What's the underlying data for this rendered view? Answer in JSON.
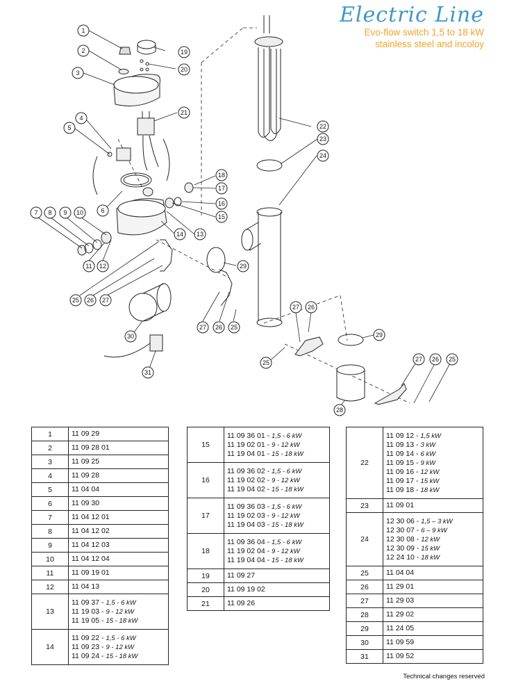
{
  "header": {
    "brand": "Electric Line",
    "subtitle_line1": "Evo-flow switch 1,5 to 18 kW",
    "subtitle_line2": "stainless steel and incoloy"
  },
  "callouts": [
    "1",
    "2",
    "3",
    "4",
    "5",
    "6",
    "7",
    "8",
    "9",
    "10",
    "11",
    "12",
    "13",
    "14",
    "15",
    "16",
    "17",
    "18",
    "19",
    "20",
    "21",
    "22",
    "23",
    "24",
    "25",
    "26",
    "27",
    "28",
    "29",
    "30",
    "31",
    "25",
    "26",
    "27",
    "27",
    "26",
    "25",
    "29",
    "27",
    "26",
    "25",
    "25",
    "29"
  ],
  "table1": [
    {
      "pos": "1",
      "lines": [
        {
          "code": "11 09 29",
          "rating": ""
        }
      ]
    },
    {
      "pos": "2",
      "lines": [
        {
          "code": "11 09 28 01",
          "rating": ""
        }
      ]
    },
    {
      "pos": "3",
      "lines": [
        {
          "code": "11 09 25",
          "rating": ""
        }
      ]
    },
    {
      "pos": "4",
      "lines": [
        {
          "code": "11 09 28",
          "rating": ""
        }
      ]
    },
    {
      "pos": "5",
      "lines": [
        {
          "code": "11 04 04",
          "rating": ""
        }
      ]
    },
    {
      "pos": "6",
      "lines": [
        {
          "code": "11 09 30",
          "rating": ""
        }
      ]
    },
    {
      "pos": "7",
      "lines": [
        {
          "code": "11 04 12 01",
          "rating": ""
        }
      ]
    },
    {
      "pos": "8",
      "lines": [
        {
          "code": "11 04 12 02",
          "rating": ""
        }
      ]
    },
    {
      "pos": "9",
      "lines": [
        {
          "code": "11 04 12 03",
          "rating": ""
        }
      ]
    },
    {
      "pos": "10",
      "lines": [
        {
          "code": "11 04 12 04",
          "rating": ""
        }
      ]
    },
    {
      "pos": "11",
      "lines": [
        {
          "code": "11 09 19 01",
          "rating": ""
        }
      ]
    },
    {
      "pos": "12",
      "lines": [
        {
          "code": "11 04 13",
          "rating": ""
        }
      ]
    },
    {
      "pos": "13",
      "lines": [
        {
          "code": "11 09 37 - ",
          "rating": "1,5 - 6 kW"
        },
        {
          "code": "11 19 03 - ",
          "rating": "9 - 12 kW"
        },
        {
          "code": "11 19 05 - ",
          "rating": "15 - 18 kW"
        }
      ]
    },
    {
      "pos": "14",
      "lines": [
        {
          "code": "11 09 22 - ",
          "rating": "1,5 - 6 kW"
        },
        {
          "code": "11 09 23 - ",
          "rating": "9 - 12 kW"
        },
        {
          "code": "11 09 24 - ",
          "rating": "15 - 18 kW"
        }
      ]
    }
  ],
  "table2": [
    {
      "pos": "15",
      "lines": [
        {
          "code": "11 09 36 01 - ",
          "rating": "1,5 - 6 kW"
        },
        {
          "code": "11 19 02 01 - ",
          "rating": "9 - 12 kW"
        },
        {
          "code": "11 19 04 01 - ",
          "rating": "15 - 18 kW"
        }
      ]
    },
    {
      "pos": "16",
      "lines": [
        {
          "code": "11 09 36 02 - ",
          "rating": "1,5 - 6 kW"
        },
        {
          "code": "11 19 02 02 - ",
          "rating": "9 - 12 kW"
        },
        {
          "code": "11 19 04 02 - ",
          "rating": "15 - 18 kW"
        }
      ]
    },
    {
      "pos": "17",
      "lines": [
        {
          "code": "11 09 36 03 - ",
          "rating": "1,5 - 6 kW"
        },
        {
          "code": "11 19 02 03 - ",
          "rating": "9 - 12 kW"
        },
        {
          "code": "11 19 04 03 - ",
          "rating": "15 - 18 kW"
        }
      ]
    },
    {
      "pos": "18",
      "lines": [
        {
          "code": "11 09 36 04 - ",
          "rating": "1,5 - 6 kW"
        },
        {
          "code": "11 19 02 04 - ",
          "rating": "9 - 12 kW"
        },
        {
          "code": "11 19 04 04 - ",
          "rating": "15 - 18 kW"
        }
      ]
    },
    {
      "pos": "19",
      "lines": [
        {
          "code": "11 09 27",
          "rating": ""
        }
      ]
    },
    {
      "pos": "20",
      "lines": [
        {
          "code": "11 09 19 02",
          "rating": ""
        }
      ]
    },
    {
      "pos": "21",
      "lines": [
        {
          "code": "11 09 26",
          "rating": ""
        }
      ]
    }
  ],
  "table3": [
    {
      "pos": "22",
      "lines": [
        {
          "code": "11 09 12 - ",
          "rating": "1,5 kW"
        },
        {
          "code": "11 09 13 - ",
          "rating": "3 kW"
        },
        {
          "code": "11 09 14 - ",
          "rating": "6 kW"
        },
        {
          "code": "11 09 15 - ",
          "rating": "9 kW"
        },
        {
          "code": "11 09 16 - ",
          "rating": "12 kW"
        },
        {
          "code": "11 09 17 - ",
          "rating": "15 kW"
        },
        {
          "code": "11 09 18 - ",
          "rating": "18 kW"
        }
      ]
    },
    {
      "pos": "23",
      "lines": [
        {
          "code": "11 09 01",
          "rating": ""
        }
      ]
    },
    {
      "pos": "24",
      "lines": [
        {
          "code": "12 30 06 - ",
          "rating": "1,5 – 3 kW"
        },
        {
          "code": "12 30 07 - ",
          "rating": "6 – 9 kW"
        },
        {
          "code": "12 30 08 - ",
          "rating": "12 kW"
        },
        {
          "code": "12 30 09 - ",
          "rating": "15 kW"
        },
        {
          "code": "12 24 10 - ",
          "rating": "18 kW"
        }
      ]
    },
    {
      "pos": "25",
      "lines": [
        {
          "code": "11 04 04",
          "rating": ""
        }
      ]
    },
    {
      "pos": "26",
      "lines": [
        {
          "code": "11 29 01",
          "rating": ""
        }
      ]
    },
    {
      "pos": "27",
      "lines": [
        {
          "code": "11 29 03",
          "rating": ""
        }
      ]
    },
    {
      "pos": "28",
      "lines": [
        {
          "code": "11 29 02",
          "rating": ""
        }
      ]
    },
    {
      "pos": "29",
      "lines": [
        {
          "code": "11 24 05",
          "rating": ""
        }
      ]
    },
    {
      "pos": "30",
      "lines": [
        {
          "code": "11 09 59",
          "rating": ""
        }
      ]
    },
    {
      "pos": "31",
      "lines": [
        {
          "code": "11 09 52",
          "rating": ""
        }
      ]
    }
  ],
  "footer": {
    "note": "Technical changes reserved"
  },
  "colors": {
    "brand_blue": "#3d97c9",
    "brand_orange": "#f0a32a",
    "line": "#222222"
  }
}
